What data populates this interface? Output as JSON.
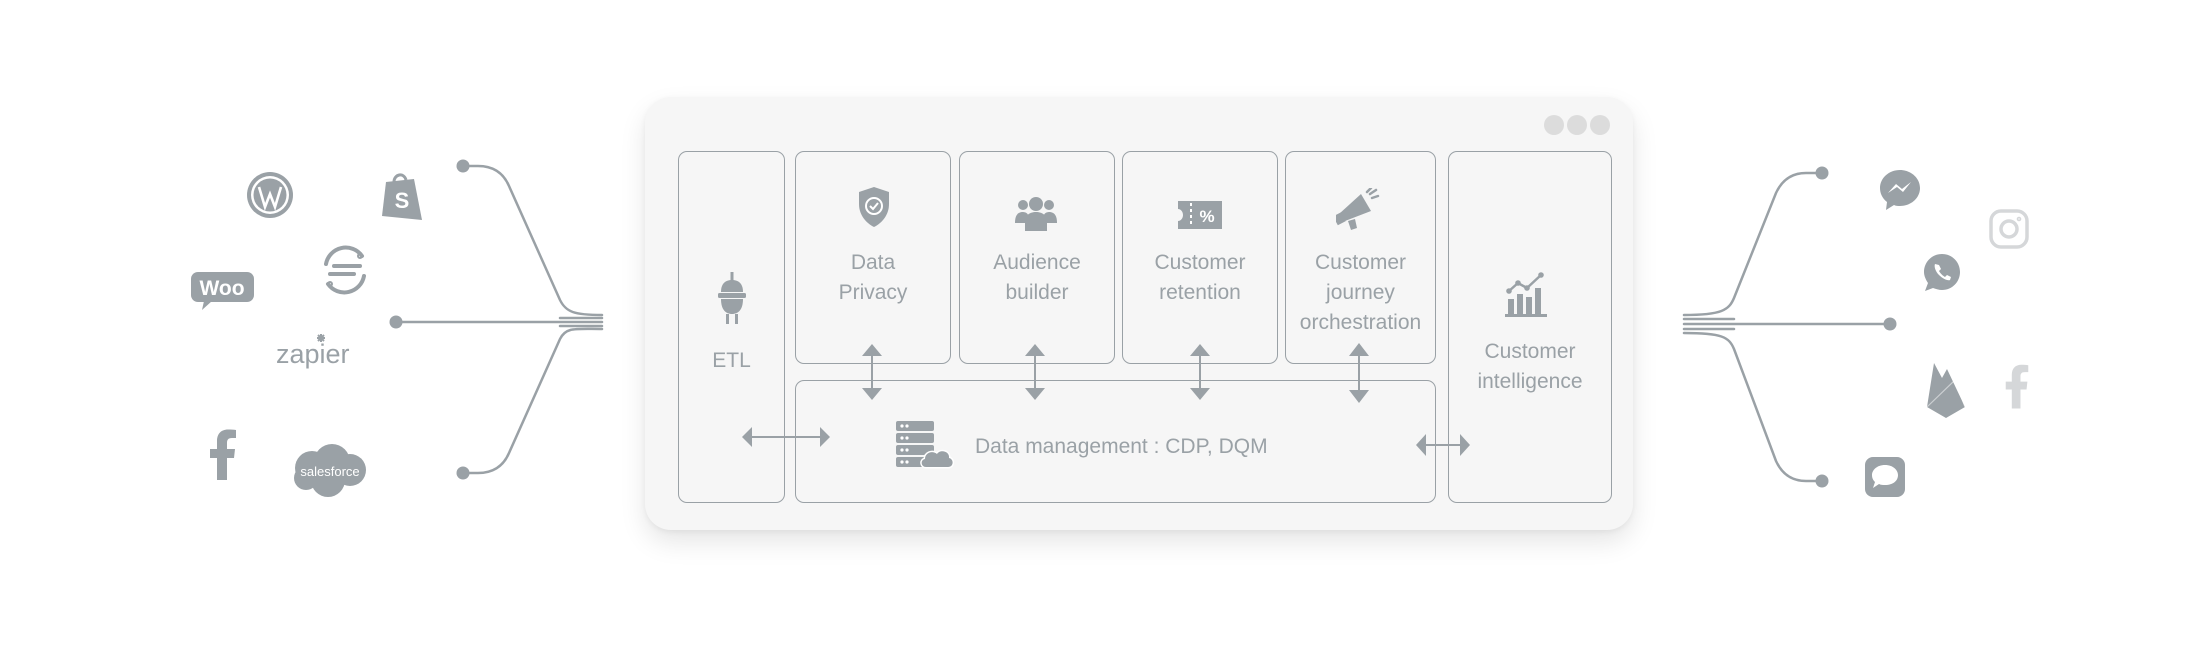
{
  "colors": {
    "stroke": "#9aa1a6",
    "window_bg": "#f6f6f6",
    "window_dots": "#dcdcdc",
    "brand_logos": "#9aa1a6"
  },
  "sources": {
    "items": [
      {
        "icon": "wordpress-icon"
      },
      {
        "icon": "shopify-icon"
      },
      {
        "icon": "woocommerce-icon",
        "text": "Woo"
      },
      {
        "icon": "segment-icon"
      },
      {
        "icon": "zapier-icon",
        "text": "zapier"
      },
      {
        "icon": "facebook-icon"
      },
      {
        "icon": "salesforce-icon",
        "text": "salesforce"
      }
    ]
  },
  "modules": {
    "etl": "ETL",
    "data_privacy": [
      "Data",
      "Privacy"
    ],
    "audience_builder": [
      "Audience",
      "builder"
    ],
    "customer_retention": [
      "Customer",
      "retention"
    ],
    "customer_journey": [
      "Customer",
      "journey",
      "orchestration"
    ],
    "customer_intelligence": [
      "Customer",
      "intelligence"
    ],
    "data_management": "Data management : CDP, DQM"
  },
  "destinations": {
    "items": [
      {
        "icon": "messenger-icon"
      },
      {
        "icon": "instagram-icon"
      },
      {
        "icon": "whatsapp-icon"
      },
      {
        "icon": "firebase-icon"
      },
      {
        "icon": "facebook-icon"
      },
      {
        "icon": "chat-bubble-icon"
      }
    ]
  }
}
